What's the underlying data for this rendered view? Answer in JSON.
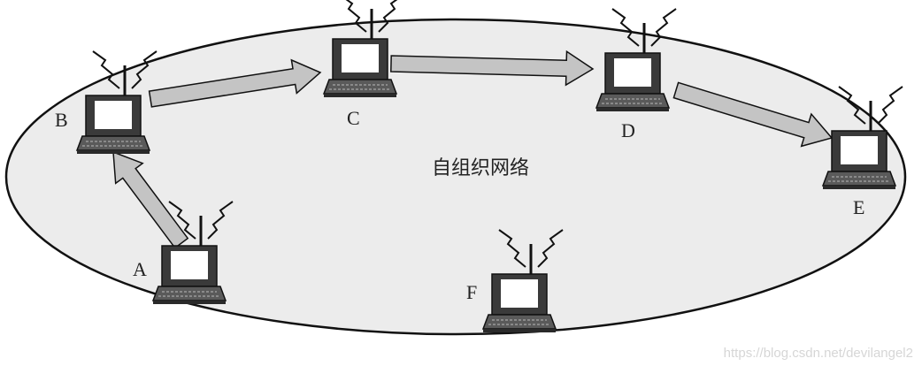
{
  "network": {
    "title": "自组织网络",
    "nodes": [
      {
        "id": "A",
        "label": "A"
      },
      {
        "id": "B",
        "label": "B"
      },
      {
        "id": "C",
        "label": "C"
      },
      {
        "id": "D",
        "label": "D"
      },
      {
        "id": "E",
        "label": "E"
      },
      {
        "id": "F",
        "label": "F"
      }
    ],
    "arrows": [
      {
        "from": "A",
        "to": "B"
      },
      {
        "from": "B",
        "to": "C"
      },
      {
        "from": "C",
        "to": "D"
      },
      {
        "from": "D",
        "to": "E"
      }
    ]
  },
  "watermark": "https://blog.csdn.net/devilangel2",
  "colors": {
    "cloud_fill": "#ececec",
    "arrow_fill": "#c4c4c4",
    "outline": "#111111"
  }
}
